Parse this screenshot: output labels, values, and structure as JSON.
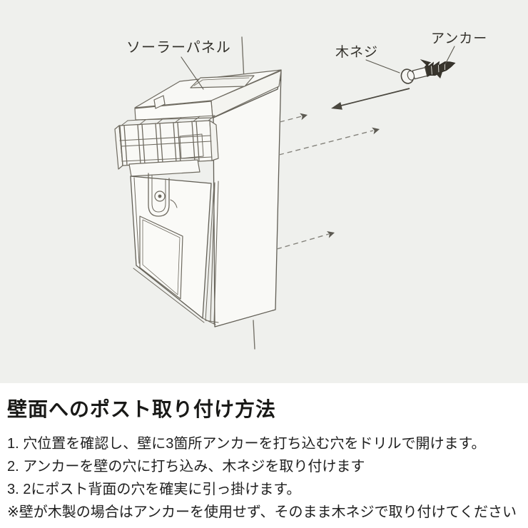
{
  "page": {
    "background_top": "#eff0ed",
    "background_bottom": "#ffffff"
  },
  "diagram": {
    "labels": {
      "solar_panel": "ソーラーパネル",
      "wood_screw": "木ネジ",
      "anchor": "アンカー"
    },
    "colors": {
      "sketch_line": "#6e6a60",
      "dark_line": "#57544b",
      "anchor_fill": "#38352d",
      "dashed_line": "#85837c",
      "arrow": "#4a473f",
      "box_fill": "#f9f9f6"
    }
  },
  "instructions": {
    "title": "壁面へのポスト取り付け方法",
    "steps": [
      "1. 穴位置を確認し、壁に3箇所アンカーを打ち込む穴をドリルで開けます。",
      "2. アンカーを壁の穴に打ち込み、木ネジを取り付けます",
      "3. 2にポスト背面の穴を確実に引っ掛けます。",
      "※壁が木製の場合はアンカーを使用せず、そのまま木ネジで取り付けてください"
    ]
  }
}
